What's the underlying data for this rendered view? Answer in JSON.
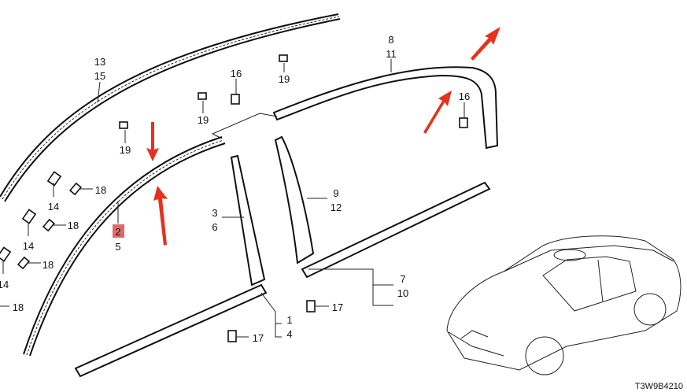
{
  "diagram": {
    "callouts": {
      "c13": "13",
      "c15": "15",
      "c16a": "16",
      "c19a": "19",
      "c19b": "19",
      "c19c": "19",
      "c8": "8",
      "c11": "11",
      "c16b": "16",
      "c14a": "14",
      "c18a": "18",
      "c14b": "14",
      "c18b": "18",
      "c14c": "14",
      "c18c": "18",
      "c18d": "18",
      "c2": "2",
      "c5": "5",
      "c3": "3",
      "c6": "6",
      "c9": "9",
      "c12": "12",
      "c7": "7",
      "c10": "10",
      "c17a": "17",
      "c1": "1",
      "c4": "4",
      "c17b": "17"
    },
    "highlight_color": "#e06a6a",
    "arrow_color": "#e8301c",
    "diagram_code": "T3W9B4210"
  }
}
